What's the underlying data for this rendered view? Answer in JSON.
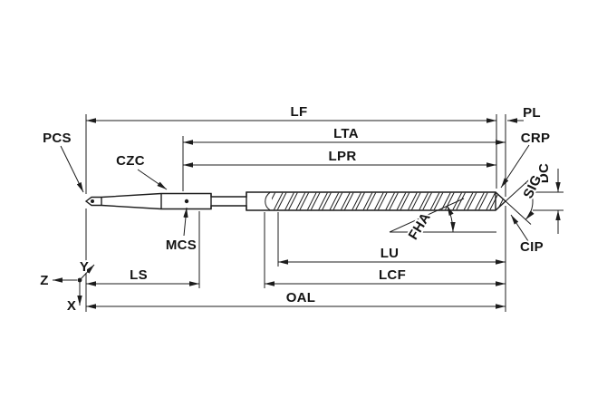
{
  "diagram": {
    "labels": {
      "lf": "LF",
      "pl": "PL",
      "lta": "LTA",
      "crp": "CRP",
      "lpr": "LPR",
      "dc": "DC",
      "sig": "SIG",
      "pcs": "PCS",
      "czc": "CZC",
      "fha": "FHA",
      "cip": "CIP",
      "mcs": "MCS",
      "lu": "LU",
      "lcf": "LCF",
      "ls": "LS",
      "oal": "OAL"
    },
    "axes": {
      "z": "Z",
      "y": "Y",
      "x": "X"
    },
    "colors": {
      "line": "#1c1c1c",
      "background": "#ffffff"
    }
  }
}
